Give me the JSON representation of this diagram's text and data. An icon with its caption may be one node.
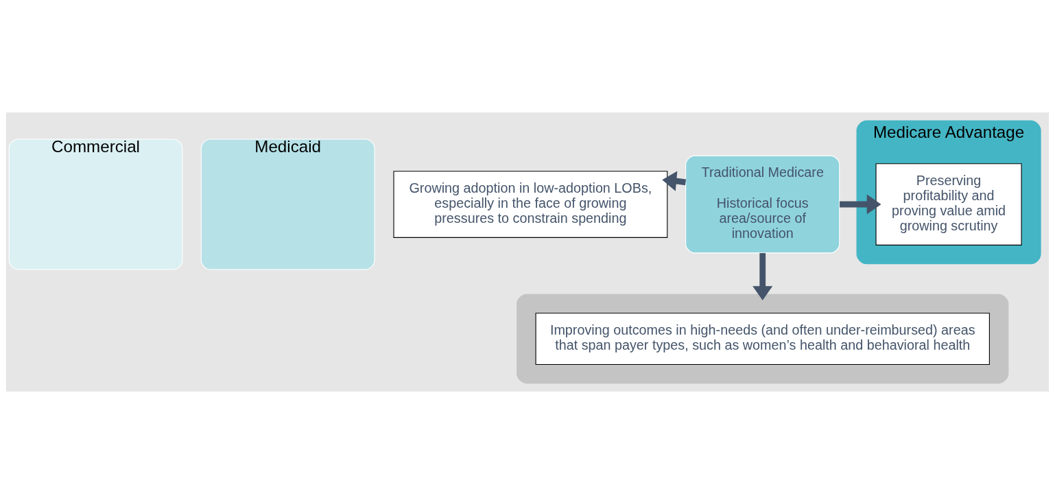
{
  "diagram": {
    "nodes": [
      {
        "text": [
          "Commercial"
        ]
      },
      {
        "text": [
          "Medicaid"
        ]
      },
      {
        "text": [
          "Growing adoption in low-adoption LOBs, especially in the face of growing pressures to constrain spending"
        ]
      },
      {
        "text": [
          "Traditional Medicare",
          "Historical focus area/source of innovation"
        ]
      },
      {
        "text": [
          "Medicare Advantage"
        ]
      },
      {
        "text": [
          "Preserving profitability and proving value amid growing scrutiny"
        ],
        "in": 4
      },
      {
        "text": [],
        "shape": "box"
      },
      {
        "text": [
          "Improving outcomes in high-needs (and often under-reimbursed) areas that span payer types, such as women’s health and behavioral health"
        ],
        "in": 6
      }
    ],
    "edges": [
      {
        "from": 3,
        "to": 2,
        "arrow": "to"
      },
      {
        "from": 3,
        "to": 5,
        "arrow": "to"
      },
      {
        "from": 3,
        "to": 6,
        "arrow": "to"
      }
    ]
  }
}
